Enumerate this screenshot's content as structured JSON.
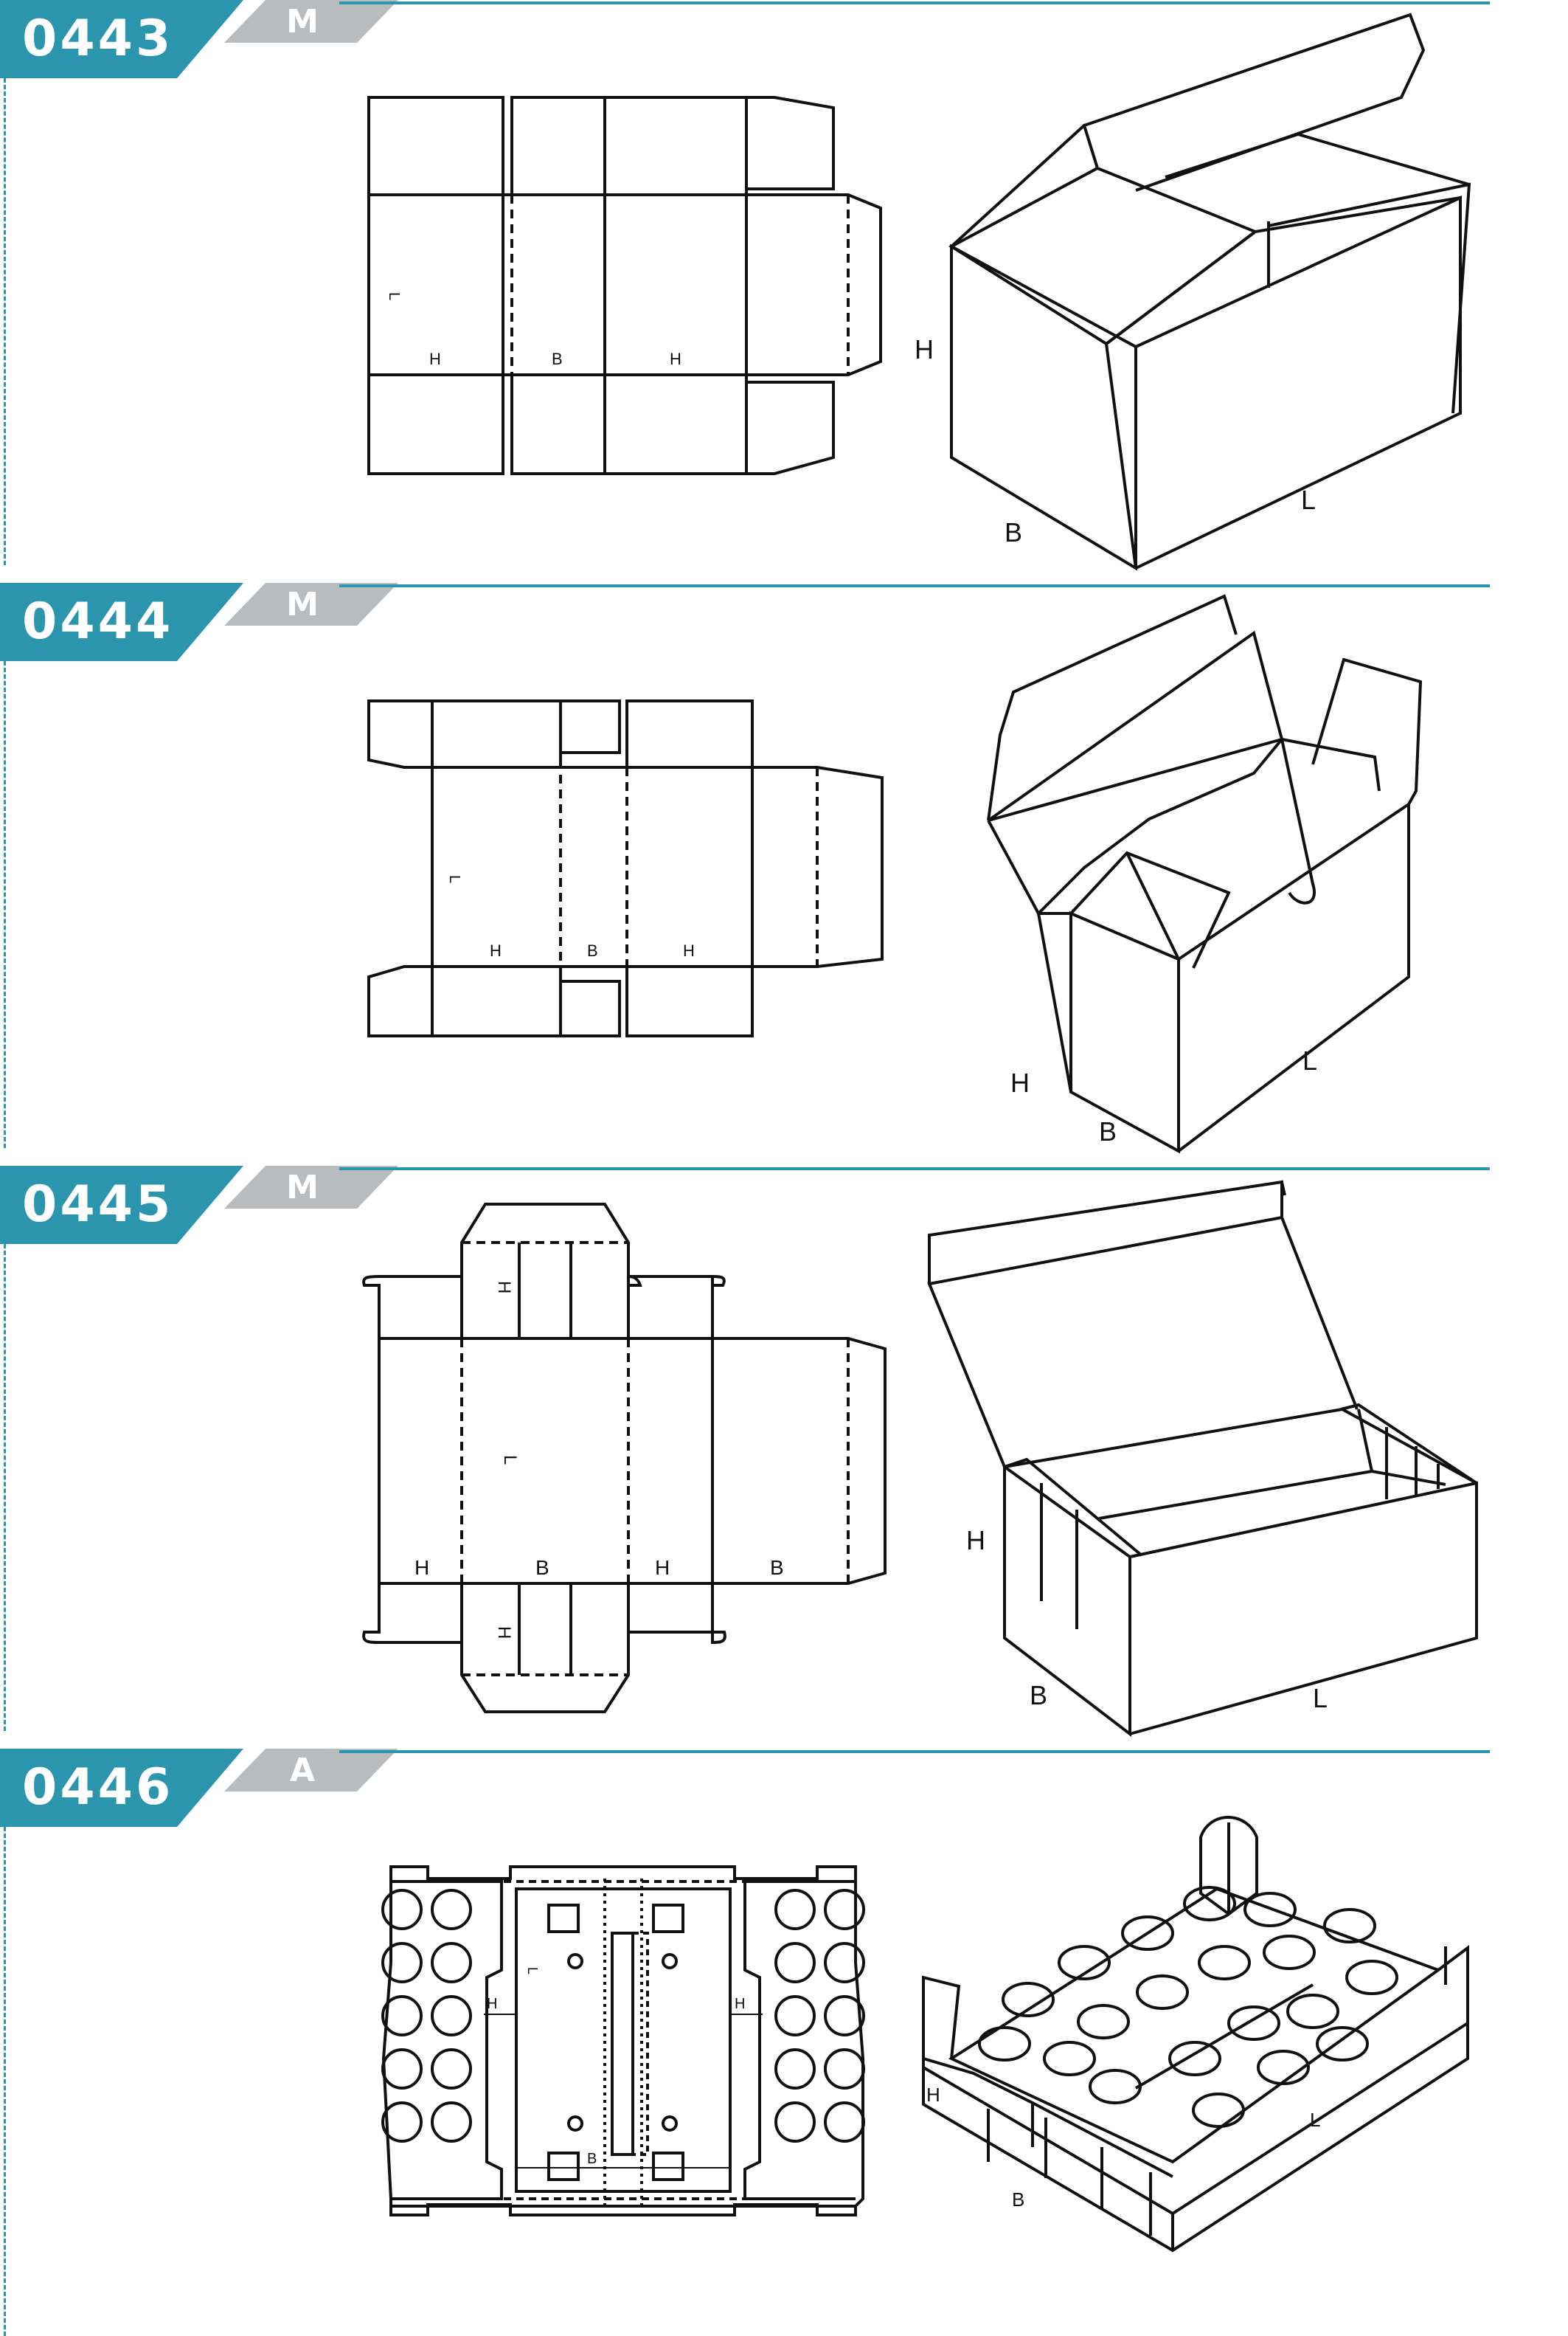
{
  "accent_color": "#2a95ac",
  "type_tab_color": "#b9bcbe",
  "sections": [
    {
      "code": "0443",
      "type": "M",
      "flat": {
        "l_mark": "L",
        "labels": [
          "H",
          "B",
          "H"
        ]
      },
      "box": {
        "h": "H",
        "b": "B",
        "l": "L"
      }
    },
    {
      "code": "0444",
      "type": "M",
      "flat": {
        "l_mark": "L",
        "labels": [
          "H",
          "B",
          "H"
        ]
      },
      "box": {
        "h": "H",
        "b": "B",
        "l": "L"
      }
    },
    {
      "code": "0445",
      "type": "M",
      "flat": {
        "l_mark": "L",
        "labels": [
          "H",
          "B",
          "H",
          "B"
        ],
        "side_h": "H"
      },
      "box": {
        "h": "H",
        "b": "B",
        "l": "L"
      }
    },
    {
      "code": "0446",
      "type": "A",
      "flat": {
        "l_mark": "L",
        "h_left": "H",
        "h_right": "H",
        "b": "B"
      },
      "box": {
        "h": "H",
        "b": "B",
        "l": "L"
      }
    }
  ]
}
